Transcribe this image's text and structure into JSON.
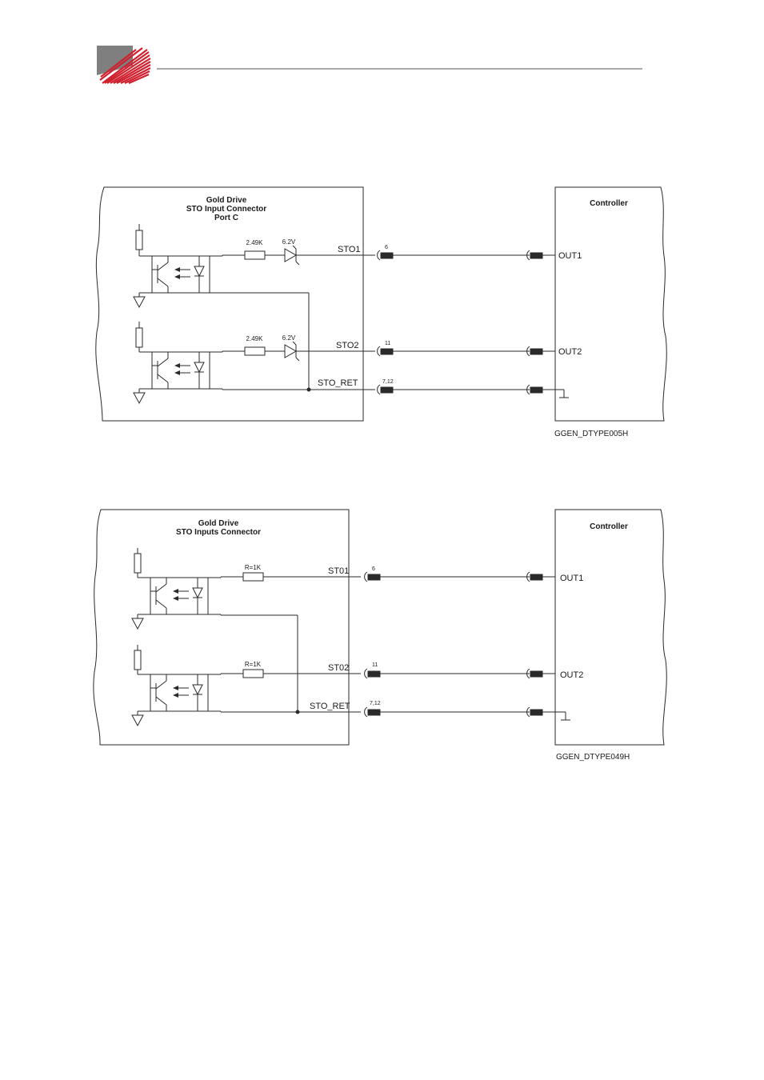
{
  "colors": {
    "logo_red": "#d0202e",
    "logo_gray": "#7f7f7f",
    "line": "#2a2a2a",
    "pin_fill": "#2a2a2a"
  },
  "diagram1": {
    "drive_title": [
      "Gold Drive",
      "STO Input Connector",
      "Port C"
    ],
    "controller_title": "Controller",
    "r1": "2.49K",
    "z1": "6.2V",
    "r2": "2.49K",
    "z2": "6.2V",
    "sig1": "STO1",
    "sig2": "STO2",
    "sig3": "STO_RET",
    "pin1": "6",
    "pin2": "11",
    "pin3": "7,12",
    "out1": "OUT1",
    "out2": "OUT2",
    "code": "GGEN_DTYPE005H"
  },
  "diagram2": {
    "drive_title": [
      "Gold Drive",
      "STO Inputs Connector"
    ],
    "controller_title": "Controller",
    "r1": "R=1K",
    "r2": "R=1K",
    "sig1": "ST01",
    "sig2": "ST02",
    "sig3": "STO_RET",
    "pin1": "6",
    "pin2": "11",
    "pin3": "7,12",
    "out1": "OUT1",
    "out2": "OUT2",
    "code": "GGEN_DTYPE049H"
  }
}
